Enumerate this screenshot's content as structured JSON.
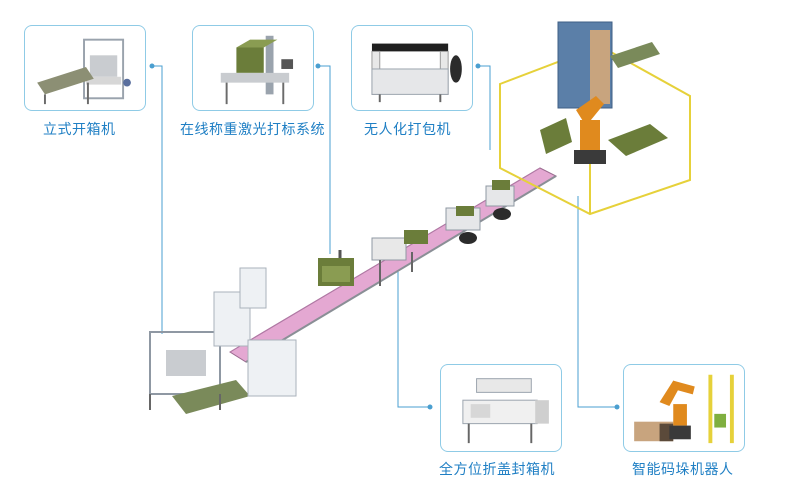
{
  "callouts": [
    {
      "id": "erector",
      "label": "立式开箱机"
    },
    {
      "id": "weighing",
      "label": "在线称重激光打标系统"
    },
    {
      "id": "strapping",
      "label": "无人化打包机"
    },
    {
      "id": "sealer",
      "label": "全方位折盖封箱机"
    },
    {
      "id": "palletizer",
      "label": "智能码垛机器人"
    }
  ],
  "colors": {
    "accent": "#1f7fc4",
    "card_border": "#8fcbe6",
    "leader": "#4a9fd0",
    "conveyor": "#d98fc3",
    "fence": "#e6d13a",
    "robot": "#e08a1e",
    "box": "#6b7d3a"
  }
}
